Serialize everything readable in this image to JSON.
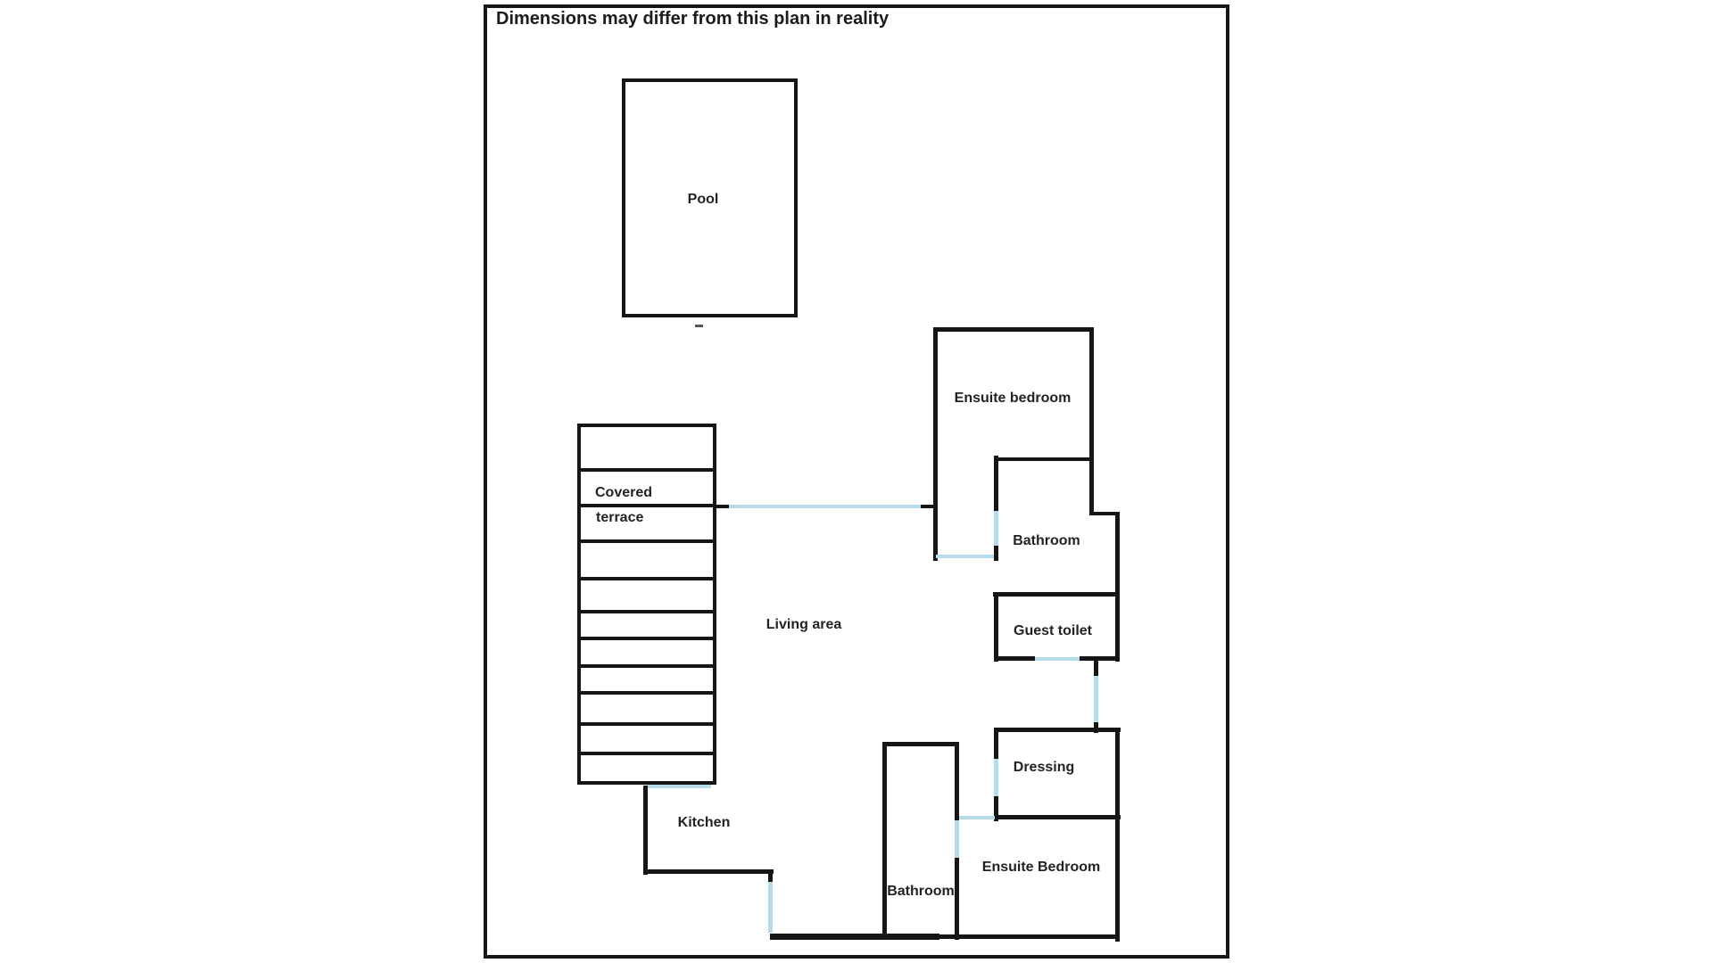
{
  "title": "Dimensions may differ from this plan in reality",
  "colors": {
    "wall": "#161616",
    "door_marker": "#b7dce9",
    "text": "#232323",
    "background": "#ffffff"
  },
  "rooms": {
    "pool": "Pool",
    "covered_terrace_line1": "Covered",
    "covered_terrace_line2": "terrace",
    "living_area": "Living area",
    "ensuite_bedroom_top": "Ensuite bedroom",
    "bathroom_top": "Bathroom",
    "guest_toilet": "Guest toilet",
    "dressing": "Dressing",
    "kitchen": "Kitchen",
    "bathroom_bottom": "Bathroom",
    "ensuite_bedroom_bottom": "Ensuite Bedroom"
  }
}
